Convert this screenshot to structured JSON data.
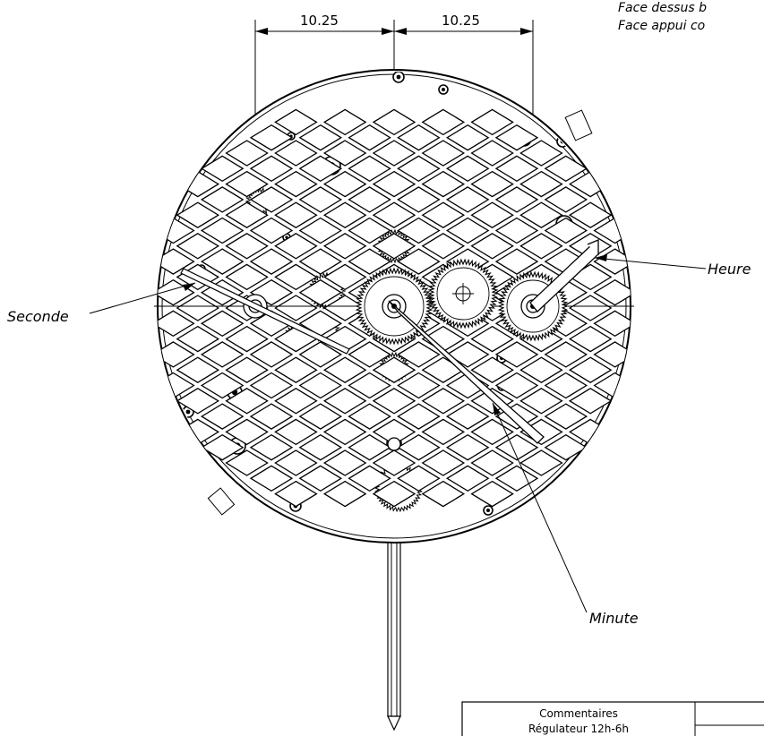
{
  "notes": {
    "line1": "Face dessus b",
    "line2": "Face appui co"
  },
  "dimensions": {
    "left": "10.25",
    "right": "10.25"
  },
  "callouts": {
    "seconde": "Seconde",
    "minute": "Minute",
    "heure": "Heure"
  },
  "title_block": {
    "commentaires": "Commentaires",
    "regulateur": "Régulateur 12h-6h"
  }
}
